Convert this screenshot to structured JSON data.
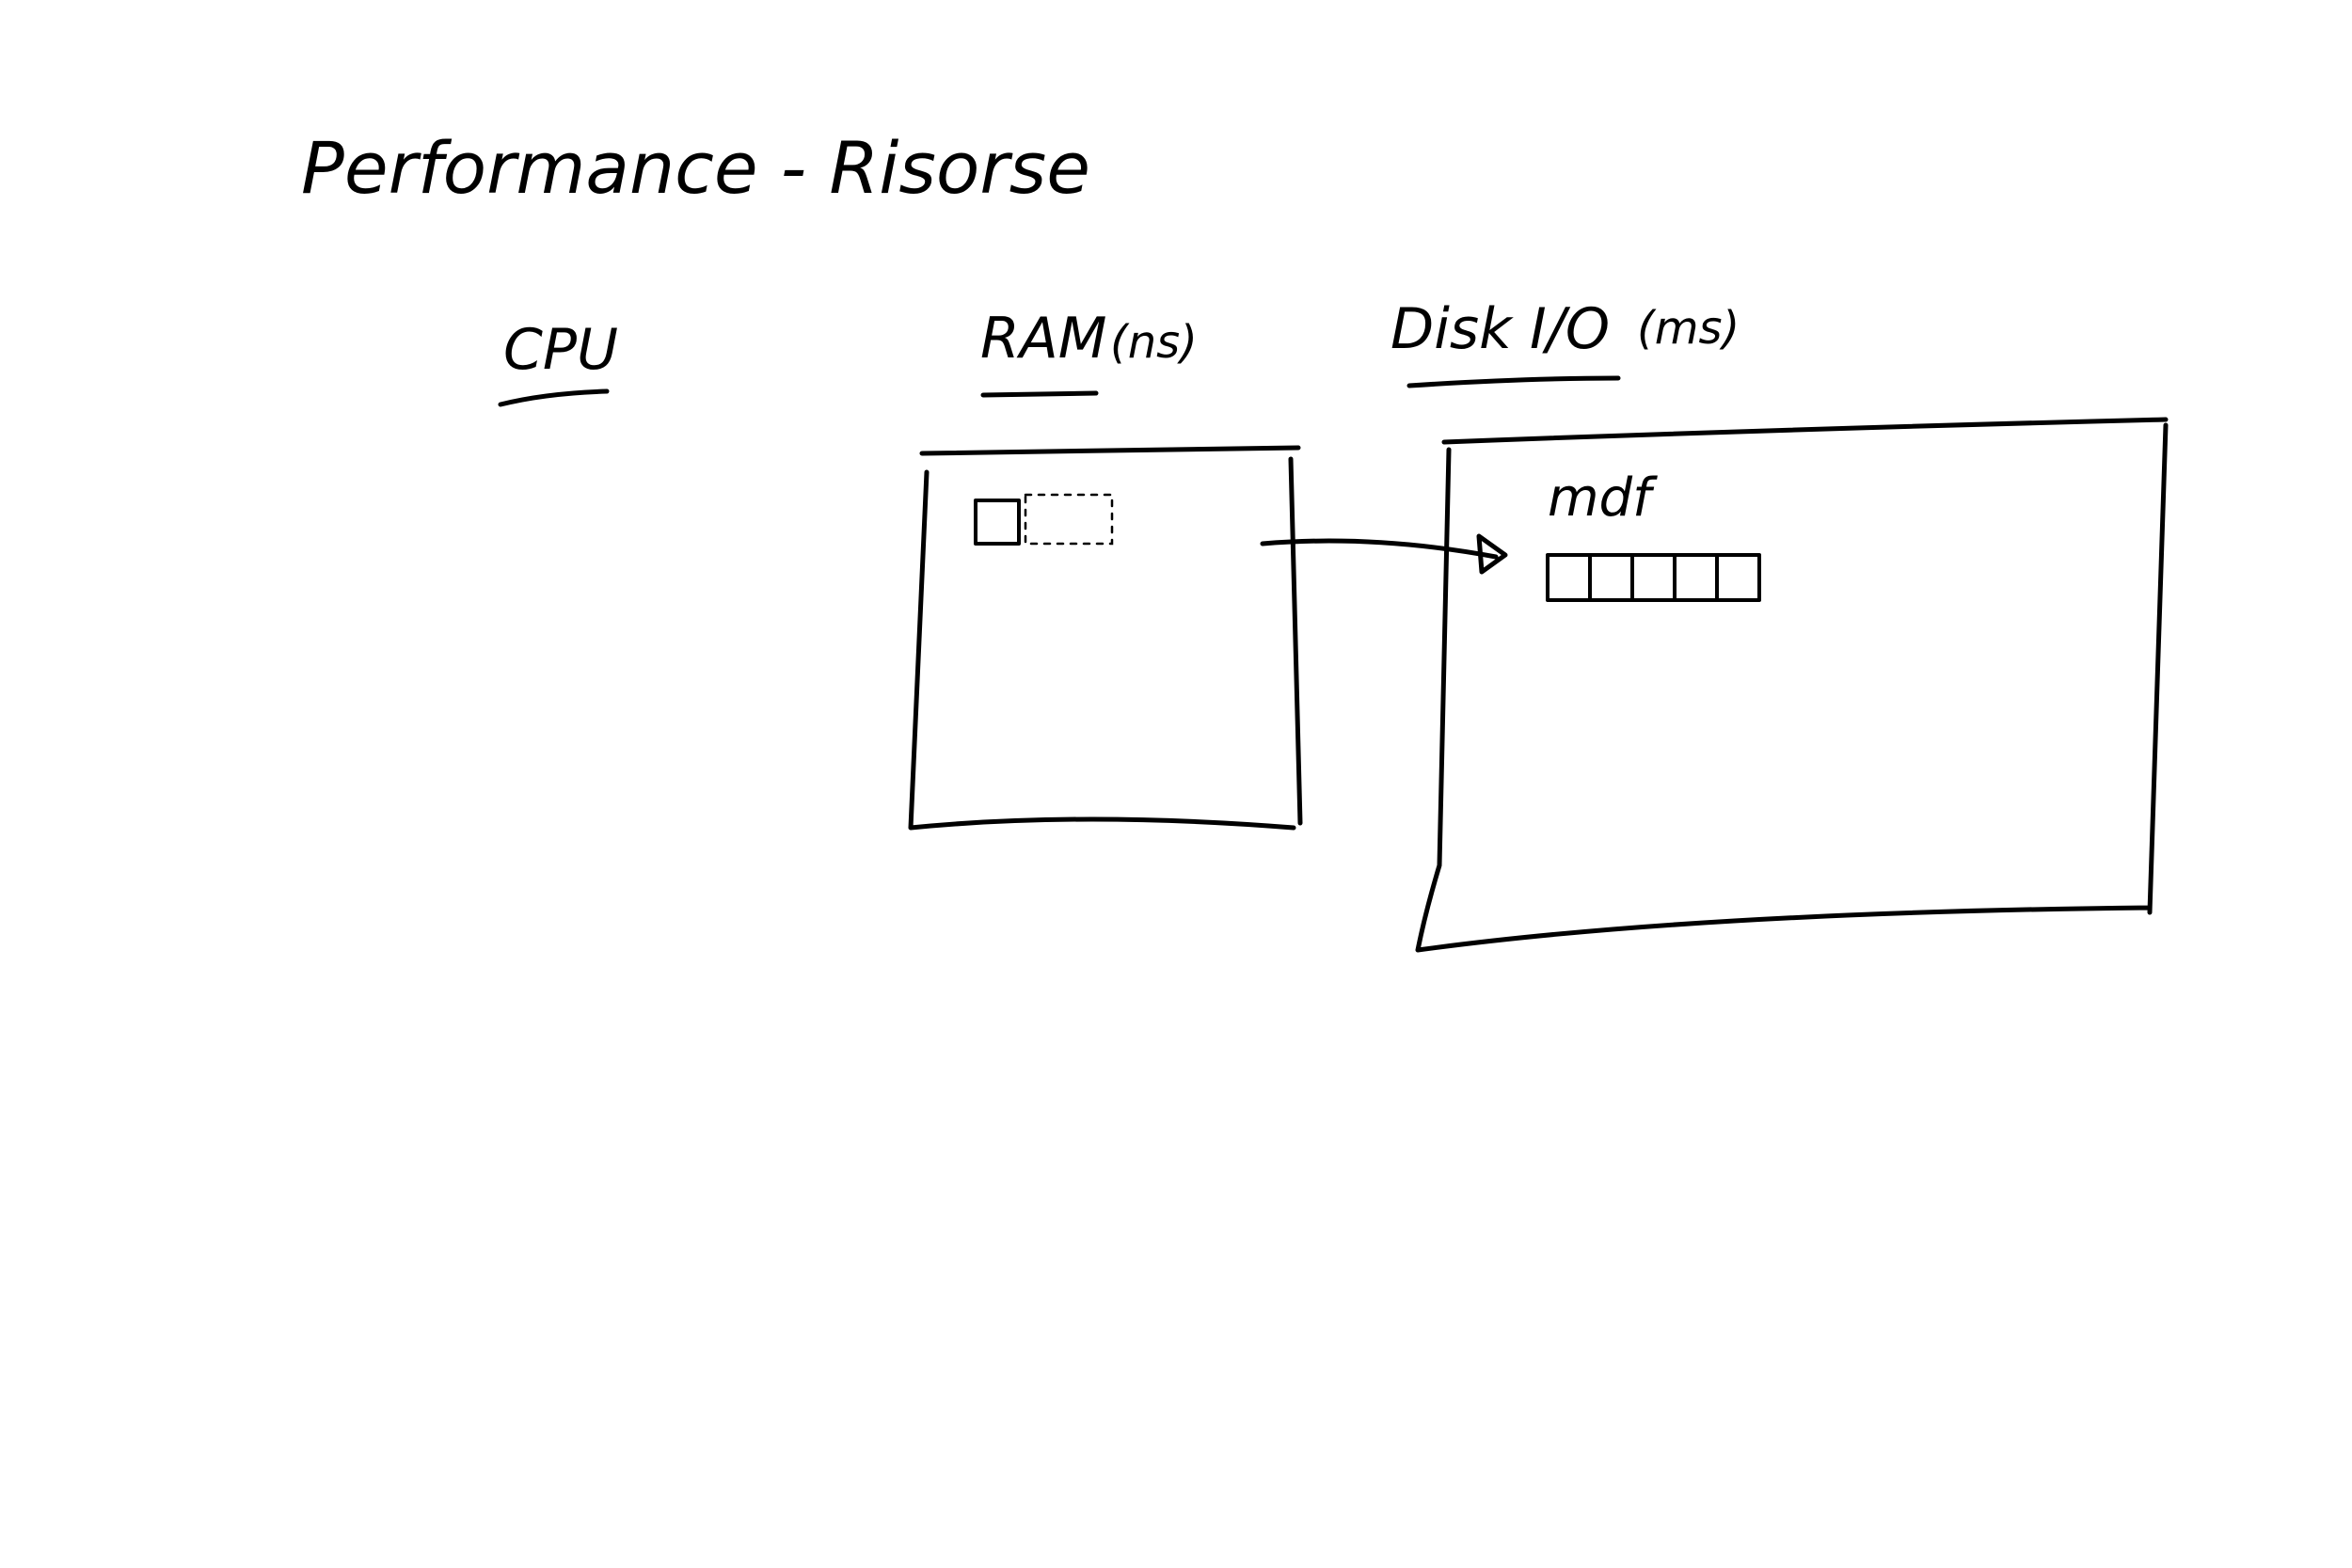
{
  "whiteboard": {
    "title": "Performance - Risorse",
    "cpu": {
      "label": "CPU"
    },
    "ram": {
      "label": "RAM",
      "unit": "(ns)"
    },
    "disk": {
      "label": "Disk I/O",
      "unit": "(ms)",
      "file_label": "mdf"
    }
  },
  "colors": {
    "background": "#ffffff",
    "ink": "#000000"
  }
}
